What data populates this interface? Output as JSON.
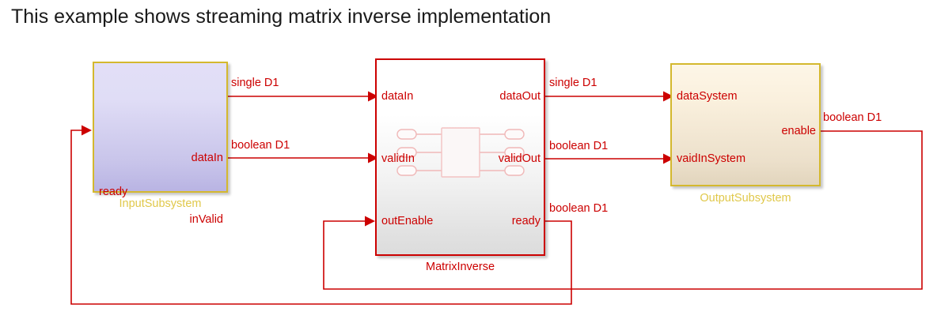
{
  "title": "This example shows streaming matrix inverse implementation",
  "colors": {
    "signal_red": "#cc0000",
    "subsystem_border_gold": "#d4b82e",
    "caption_gold": "#e0c84a",
    "input_fill_start": "#e2dff7",
    "input_fill_end": "#b9b4e3",
    "output_fill_start": "#fdf6e7",
    "output_fill_end": "#e2d5bd",
    "matrix_fill_start": "#ffffff",
    "matrix_fill_end": "#dcdcdc",
    "title_text": "#1a1a1a",
    "background": "#ffffff"
  },
  "blocks": [
    {
      "id": "input-subsystem",
      "caption": "InputSubsystem",
      "caption_color": "gold",
      "inputs": [
        {
          "name": "ready"
        }
      ],
      "outputs": [
        {
          "name": "dataIn"
        },
        {
          "name": "inValid"
        }
      ]
    },
    {
      "id": "matrix-inverse",
      "caption": "MatrixInverse",
      "caption_color": "red",
      "inputs": [
        {
          "name": "dataIn"
        },
        {
          "name": "validIn"
        },
        {
          "name": "outEnable"
        }
      ],
      "outputs": [
        {
          "name": "dataOut"
        },
        {
          "name": "validOut"
        },
        {
          "name": "ready"
        }
      ]
    },
    {
      "id": "output-subsystem",
      "caption": "OutputSubsystem",
      "caption_color": "gold",
      "inputs": [
        {
          "name": "dataSystem"
        },
        {
          "name": "vaidInSystem"
        }
      ],
      "outputs": [
        {
          "name": "enable"
        }
      ]
    }
  ],
  "signals": [
    {
      "id": "sig-datain-to-datain",
      "label": "single D1",
      "from_block": "input-subsystem",
      "from_port": "dataIn",
      "to_block": "matrix-inverse",
      "to_port": "dataIn"
    },
    {
      "id": "sig-invalid-to-validin",
      "label": "boolean D1",
      "from_block": "input-subsystem",
      "from_port": "inValid",
      "to_block": "matrix-inverse",
      "to_port": "validIn"
    },
    {
      "id": "sig-dataout-to-datasystem",
      "label": "single D1",
      "from_block": "matrix-inverse",
      "from_port": "dataOut",
      "to_block": "output-subsystem",
      "to_port": "dataSystem"
    },
    {
      "id": "sig-validout-to-vaidinsystem",
      "label": "boolean D1",
      "from_block": "matrix-inverse",
      "from_port": "validOut",
      "to_block": "output-subsystem",
      "to_port": "vaidInSystem"
    },
    {
      "id": "sig-ready-to-ready",
      "label": "boolean D1",
      "from_block": "matrix-inverse",
      "from_port": "ready",
      "to_block": "input-subsystem",
      "to_port": "ready"
    },
    {
      "id": "sig-enable-to-outenable",
      "label": "boolean D1",
      "from_block": "output-subsystem",
      "from_port": "enable",
      "to_block": "matrix-inverse",
      "to_port": "outEnable"
    }
  ]
}
